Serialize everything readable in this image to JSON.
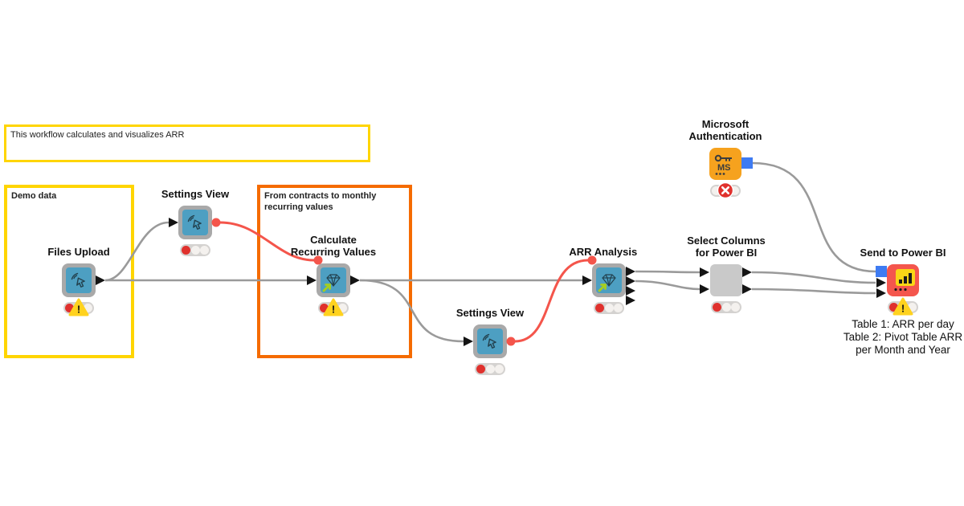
{
  "app": {
    "name": "KNIME workflow editor canvas"
  },
  "colors": {
    "annotation_yellow": "#FFD500",
    "annotation_orange": "#F56B00",
    "component_teal": "#4D9FC2",
    "node_frame_gray": "#A9A9A9",
    "metanode_gray": "#C9C9C9",
    "ms_orange": "#F6A21E",
    "powerbi_red": "#F4564D",
    "wire_gray": "#9A9A9A",
    "flowvar_red": "#F4554B",
    "status_red": "#E0312D",
    "warning_yellow": "#FFD21E",
    "port_blue": "#3E7BF2",
    "icon_chart_yellow": "#F9D616"
  },
  "annotations": {
    "workflow_note": {
      "text": "This workflow calculates and visualizes ARR",
      "border_color": "#FFD500"
    },
    "demo_data": {
      "text": "Demo data",
      "border_color": "#FFD500"
    },
    "contracts": {
      "text": "From contracts to monthly recurring values",
      "border_color": "#F56B00"
    }
  },
  "nodes": {
    "files_upload": {
      "label": "Files Upload",
      "type": "component",
      "status": "not-configured",
      "warning": true
    },
    "settings_view_1": {
      "label": "Settings View",
      "type": "component",
      "status": "not-configured",
      "warning": false
    },
    "calculate_recurring_values": {
      "label": "Calculate\nRecurring Values",
      "type": "linked-component",
      "status": "not-configured",
      "warning": true
    },
    "settings_view_2": {
      "label": "Settings View",
      "type": "component",
      "status": "not-configured",
      "warning": false
    },
    "arr_analysis": {
      "label": "ARR Analysis",
      "type": "linked-component",
      "status": "not-configured",
      "warning": false
    },
    "select_columns": {
      "label": "Select Columns\nfor Power BI",
      "type": "metanode",
      "status": "not-configured",
      "warning": false
    },
    "microsoft_authentication": {
      "label": "Microsoft\nAuthentication",
      "type": "native",
      "status": "error"
    },
    "send_to_power_bi": {
      "label": "Send to Power BI",
      "type": "native",
      "status": "not-configured",
      "warning": true,
      "caption": "Table 1: ARR per day\nTable 2: Pivot Table ARR\nper Month and Year"
    }
  },
  "icons": {
    "widget_icon": "interactive-widget-cursor",
    "gem_icon": "diamond",
    "link_arrow": "green-link-arrow",
    "ms_key_label": "MS",
    "warning_glyph": "!",
    "powerbi_chart": "bar-chart"
  },
  "connections": [
    {
      "from": "files_upload",
      "to": "settings_view_1",
      "kind": "data"
    },
    {
      "from": "files_upload",
      "to": "calculate_recurring_values",
      "kind": "data"
    },
    {
      "from": "settings_view_1",
      "to": "calculate_recurring_values",
      "kind": "flow-variable"
    },
    {
      "from": "calculate_recurring_values",
      "to": "arr_analysis",
      "kind": "data"
    },
    {
      "from": "calculate_recurring_values",
      "to": "settings_view_2",
      "kind": "data"
    },
    {
      "from": "settings_view_2",
      "to": "arr_analysis",
      "kind": "flow-variable"
    },
    {
      "from": "arr_analysis",
      "to": "select_columns",
      "kind": "data",
      "ports": 2
    },
    {
      "from": "select_columns",
      "to": "send_to_power_bi",
      "kind": "data",
      "ports": 2
    },
    {
      "from": "microsoft_authentication",
      "to": "send_to_power_bi",
      "kind": "credential"
    }
  ]
}
